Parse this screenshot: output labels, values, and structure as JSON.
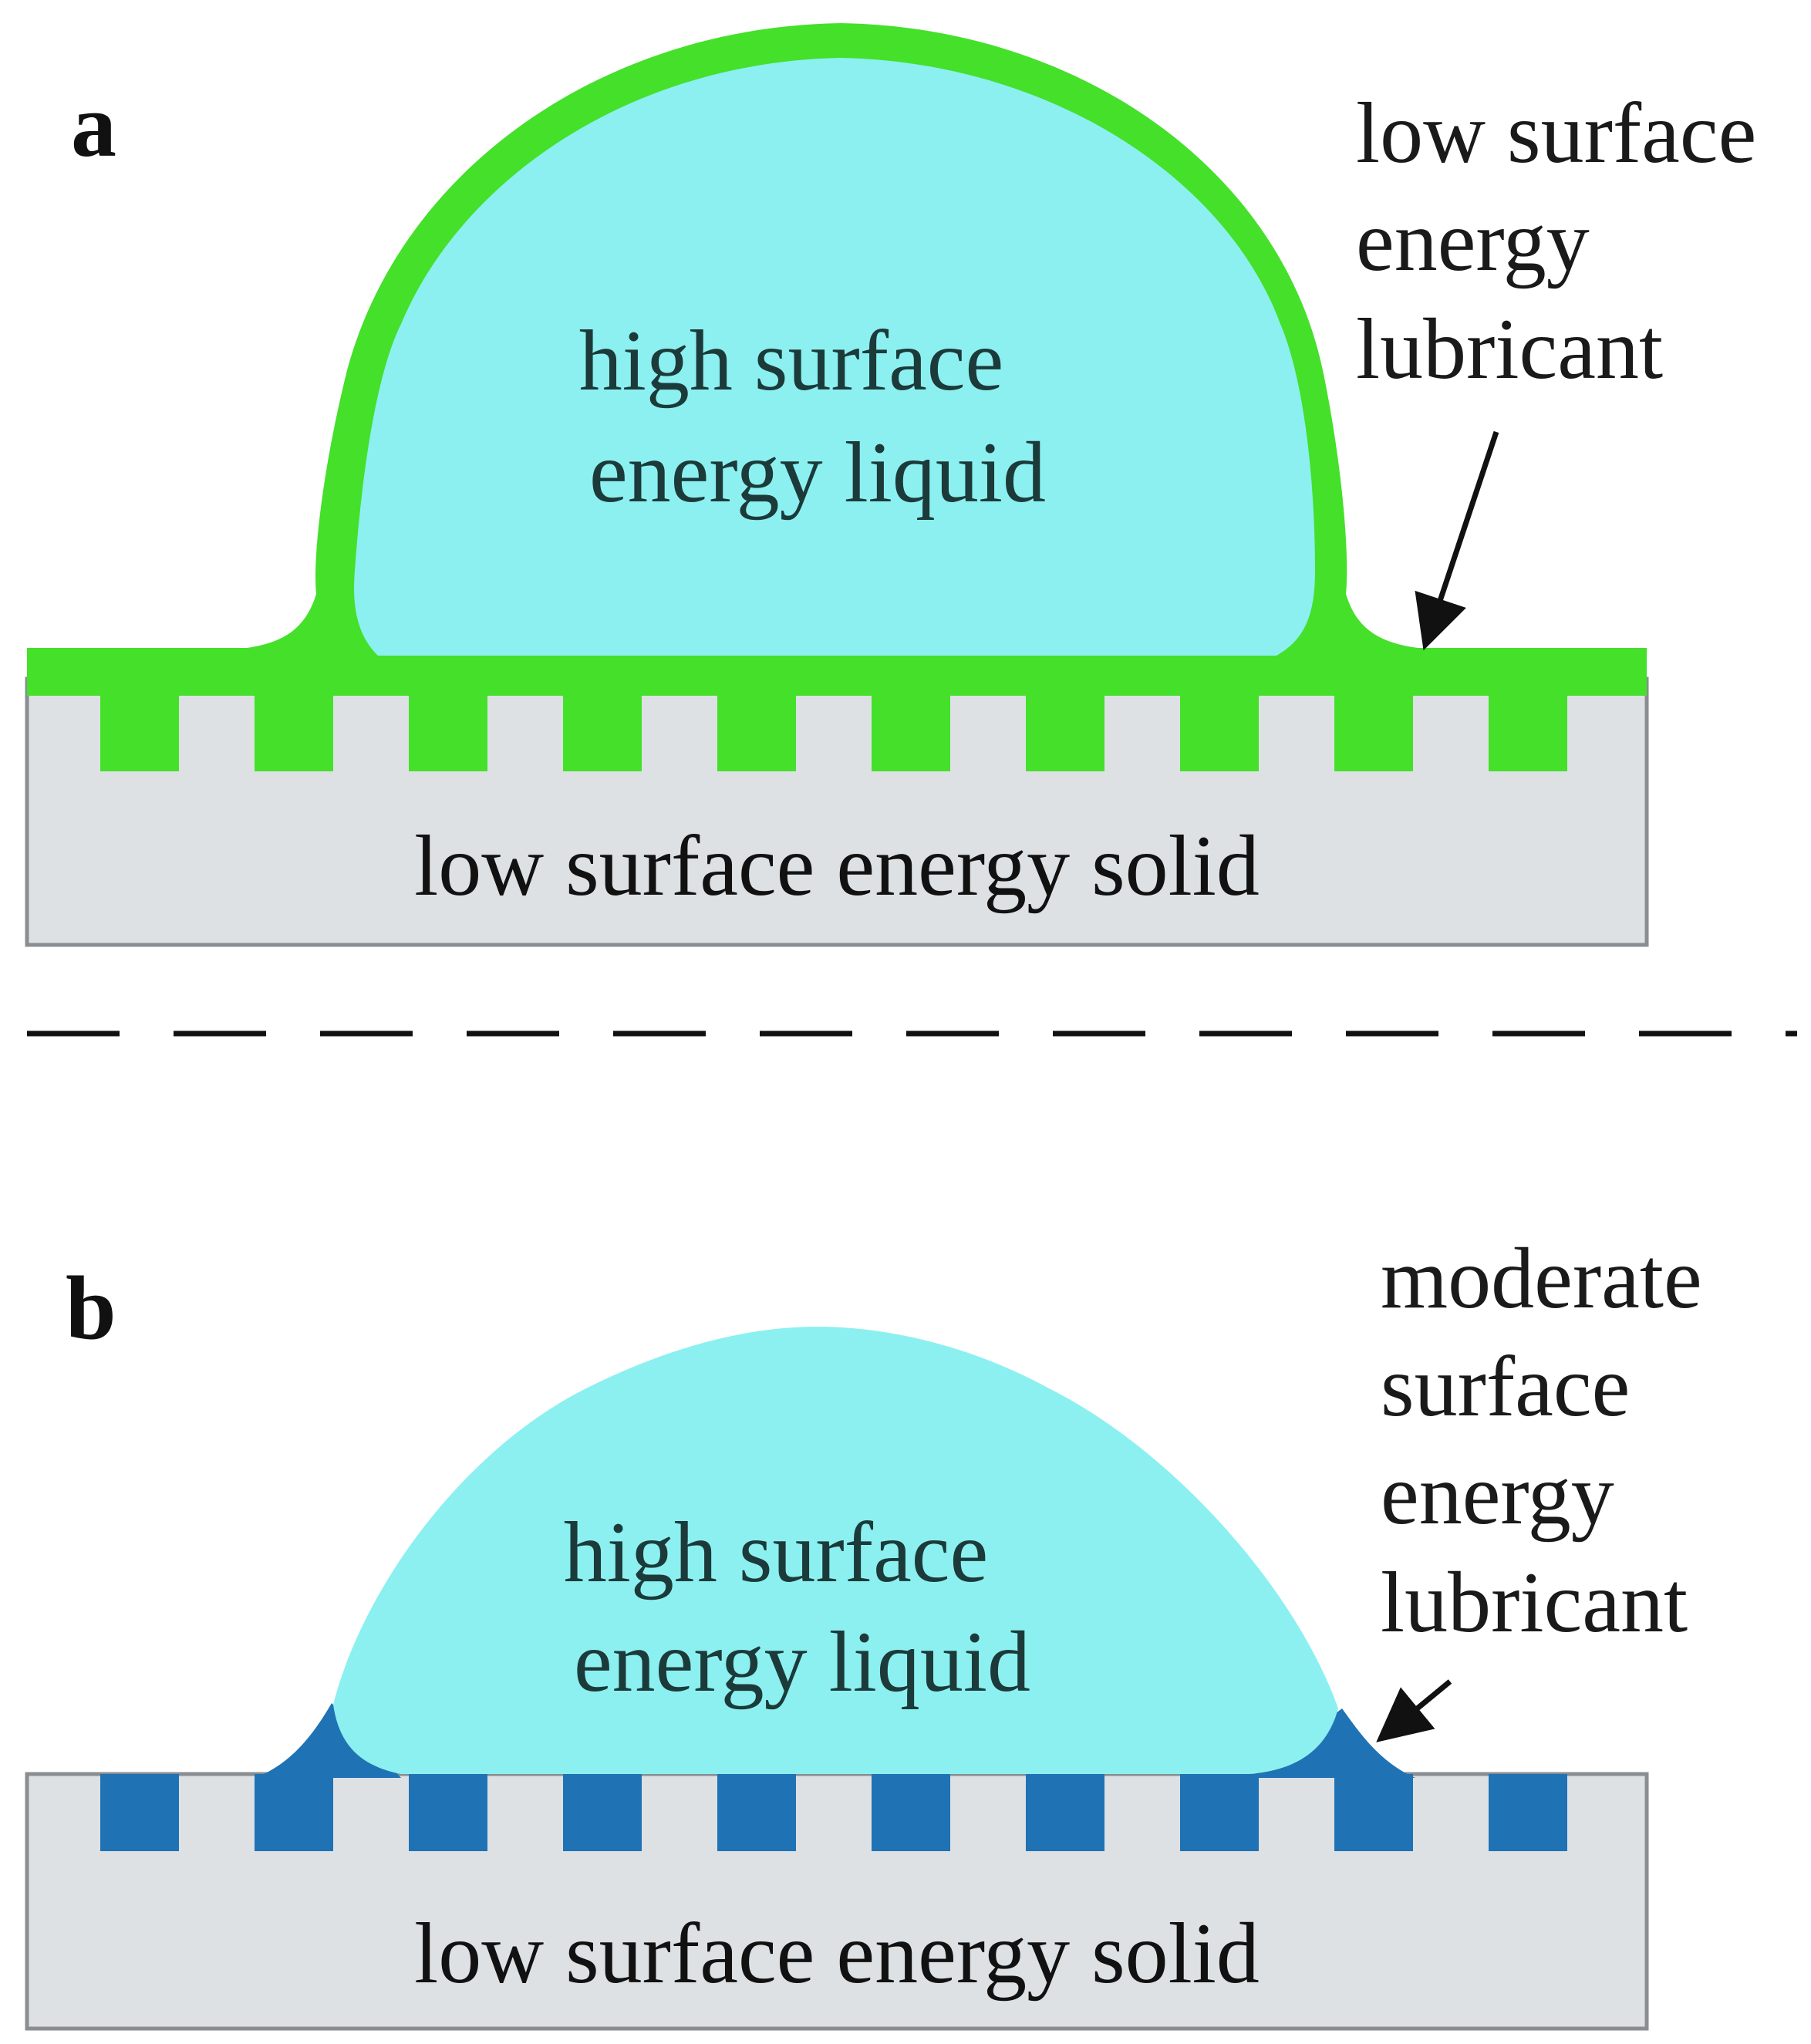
{
  "colors": {
    "background": "#ffffff",
    "solid": "#dde1e4",
    "solid_border": "#8a8e92",
    "liquid": "#8cf0f0",
    "lubricant_low": "#44e02a",
    "lubricant_moderate": "#1f72b4",
    "text": "#1a1a1a",
    "divider": "#111111"
  },
  "panel_a": {
    "letter": "a",
    "liquid_label": [
      "high surface",
      "energy liquid"
    ],
    "lubricant_label": [
      "low surface",
      "energy",
      "lubricant"
    ],
    "solid_label": "low surface energy solid"
  },
  "panel_b": {
    "letter": "b",
    "liquid_label": [
      "high surface",
      "energy liquid"
    ],
    "lubricant_label": [
      "moderate",
      "surface",
      "energy",
      "lubricant"
    ],
    "solid_label": "low surface energy solid"
  },
  "icons": {
    "arrow": "arrow-icon",
    "divider": "dashed-divider"
  }
}
